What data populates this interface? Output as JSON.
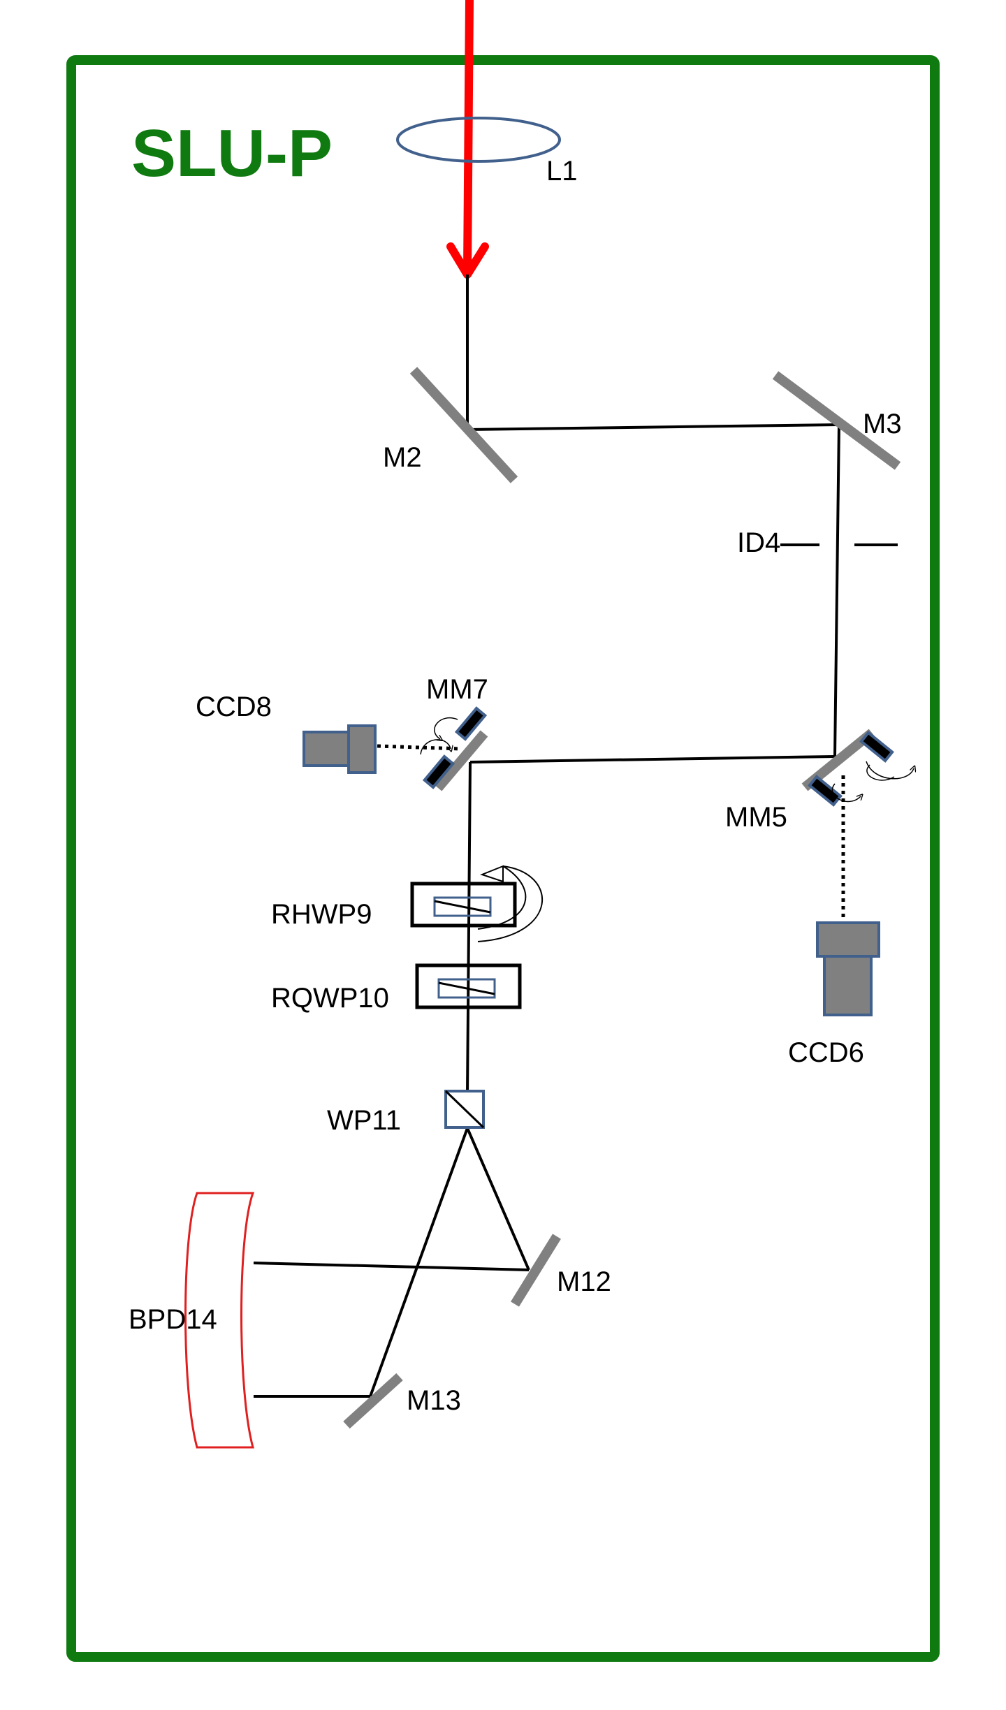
{
  "diagram": {
    "title": "SLU-P",
    "colors": {
      "frame": "#0f7a10",
      "laser": "#ff0000",
      "beam": "#000000",
      "mirror": "#808080",
      "optic_outline": "#41608c",
      "camera_fill": "#808080",
      "detector": "#e02020"
    },
    "components": {
      "L1": "L1",
      "M2": "M2",
      "M3": "M3",
      "ID4": "ID4",
      "MM5": "MM5",
      "CCD6": "CCD6",
      "MM7": "MM7",
      "CCD8": "CCD8",
      "RHWP9": "RHWP9",
      "RQWP10": "RQWP10",
      "WP11": "WP11",
      "M12": "M12",
      "M13": "M13",
      "BPD14": "BPD14"
    }
  }
}
